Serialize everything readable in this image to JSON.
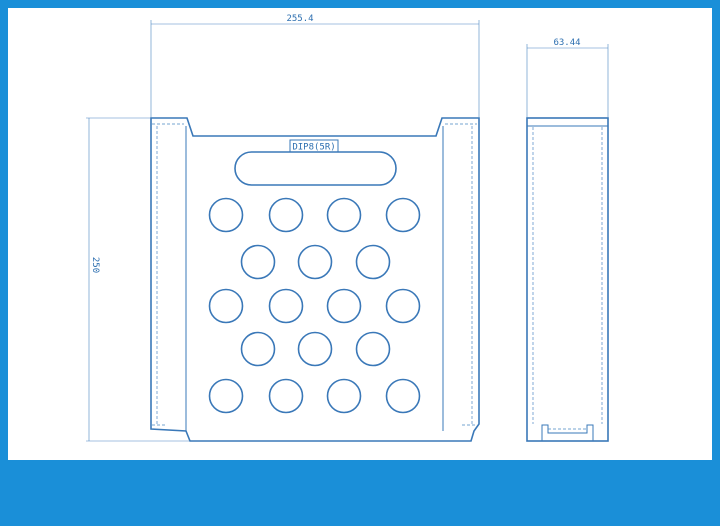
{
  "drawing": {
    "front_view": {
      "width_dimension": "255.4",
      "height_dimension": "250",
      "label": "DIP8(5R)",
      "hole_rows": [
        4,
        3,
        4,
        3,
        4
      ]
    },
    "side_view": {
      "depth_dimension": "63.44"
    }
  },
  "colors": {
    "frame_blue": "#1a8fd8",
    "line_blue": "#3a78b8",
    "sheet": "#ffffff"
  }
}
